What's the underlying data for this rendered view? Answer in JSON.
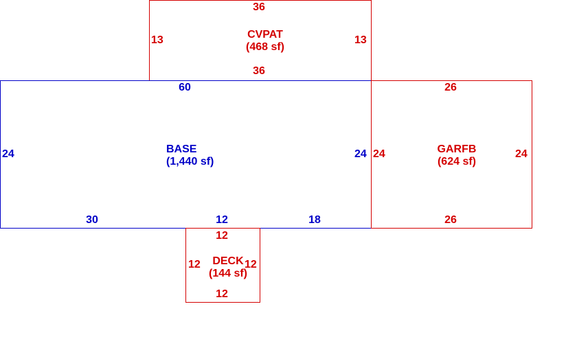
{
  "colors": {
    "base": "#0000c8",
    "addition": "#d40000",
    "background": "#ffffff"
  },
  "areas": {
    "cvpat": {
      "name": "CVPAT",
      "size": "(468 sf)",
      "dims": {
        "top": "36",
        "bottom": "36",
        "left": "13",
        "right": "13"
      }
    },
    "base": {
      "name": "BASE",
      "size": "(1,440 sf)",
      "dims": {
        "top": "60",
        "left": "24",
        "right": "24",
        "bottom_a": "30",
        "bottom_b": "12",
        "bottom_c": "18"
      }
    },
    "garfb": {
      "name": "GARFB",
      "size": "(624 sf)",
      "dims": {
        "top": "26",
        "bottom": "26",
        "left": "24",
        "right": "24"
      }
    },
    "deck": {
      "name": "DECK",
      "size": "(144 sf)",
      "dims": {
        "top": "12",
        "bottom": "12",
        "left": "12",
        "right": "12"
      }
    }
  }
}
